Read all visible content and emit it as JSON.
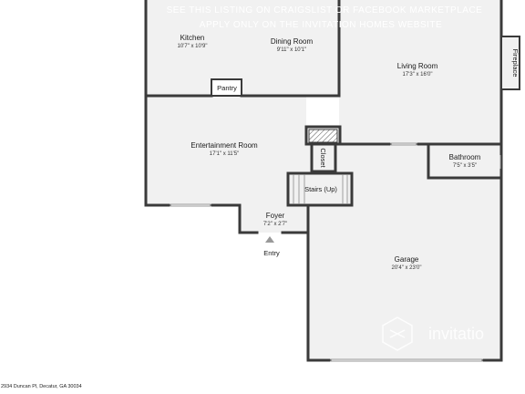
{
  "watermark": {
    "line1": "SEE THIS LISTING ON CRAIGSLIST OR FACEBOOK MARKETPLACE",
    "line2": "APPLY ONLY ON THE INVITATION HOMES WEBSITE",
    "brand": "invitatio"
  },
  "address": "2934 Duncan Pl, Decatur, GA 30034",
  "rooms": {
    "kitchen": {
      "name": "Kitchen",
      "dims": "10'7\" x 10'9\""
    },
    "dining": {
      "name": "Dining Room",
      "dims": "9'11\" x 10'1\""
    },
    "living": {
      "name": "Living Room",
      "dims": "17'3\" x 16'0\""
    },
    "entertainment": {
      "name": "Entertainment Room",
      "dims": "17'1\" x 11'5\""
    },
    "bathroom": {
      "name": "Bathroom",
      "dims": "7'5\" x 3'5\""
    },
    "foyer": {
      "name": "Foyer",
      "dims": "7'2\" x 2'7\""
    },
    "garage": {
      "name": "Garage",
      "dims": "20'4\" x 23'0\""
    }
  },
  "labels": {
    "pantry": "Pantry",
    "fireplace": "Fireplace",
    "closet": "Closet",
    "stairs": "Stairs (Up)",
    "entry": "Entry"
  },
  "colors": {
    "wall": "#3a3a3a",
    "floor": "#f1f1f1",
    "watermark": "#ffffff"
  }
}
